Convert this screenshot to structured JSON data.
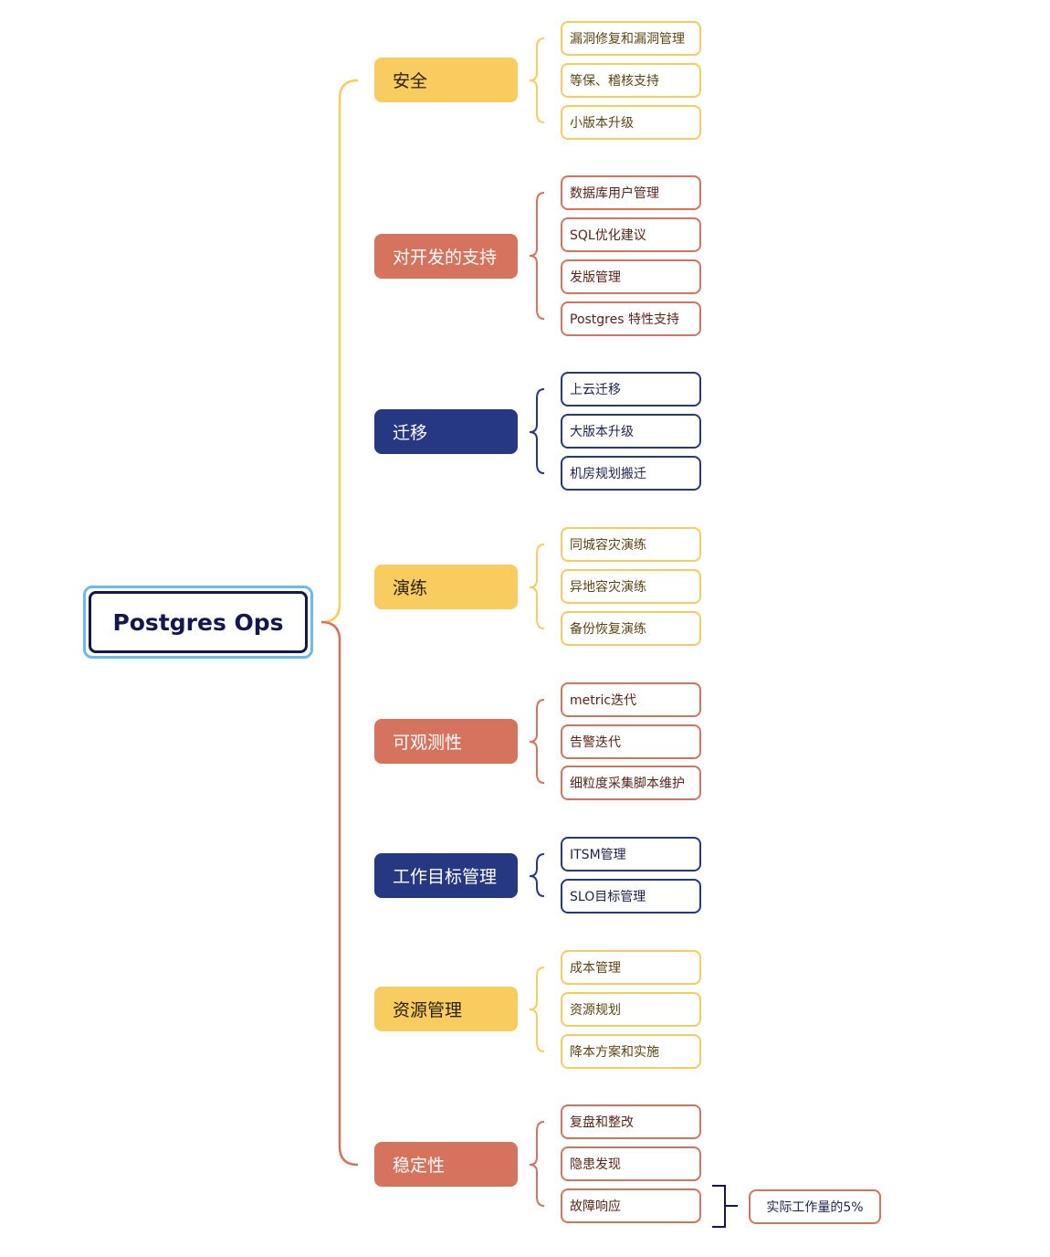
{
  "colors": {
    "yellow": "#f8cc5f",
    "orange": "#d5735e",
    "navy": "#273883",
    "root_outline": "#6cb9f2",
    "root_text": "#14174f"
  },
  "root": {
    "label": "Postgres Ops"
  },
  "categories": [
    {
      "label": "安全",
      "color": "yellow",
      "items": [
        "漏洞修复和漏洞管理",
        "等保、稽核支持",
        "小版本升级"
      ]
    },
    {
      "label": "对开发的支持",
      "color": "orange",
      "items": [
        "数据库用户管理",
        "SQL优化建议",
        "发版管理",
        "Postgres 特性支持"
      ]
    },
    {
      "label": "迁移",
      "color": "navy",
      "items": [
        "上云迁移",
        "大版本升级",
        "机房规划搬迁"
      ]
    },
    {
      "label": "演练",
      "color": "yellow",
      "items": [
        "同城容灾演练",
        "异地容灾演练",
        "备份恢复演练"
      ]
    },
    {
      "label": "可观测性",
      "color": "orange",
      "items": [
        "metric迭代",
        "告警迭代",
        "细粒度采集脚本维护"
      ]
    },
    {
      "label": "工作目标管理",
      "color": "navy",
      "items": [
        "ITSM管理",
        "SLO目标管理"
      ]
    },
    {
      "label": "资源管理",
      "color": "yellow",
      "items": [
        "成本管理",
        "资源规划",
        "降本方案和实施"
      ]
    },
    {
      "label": "稳定性",
      "color": "orange",
      "items": [
        "复盘和整改",
        "隐患发现",
        "故障响应"
      ]
    }
  ],
  "note": {
    "label": "实际工作量的5%"
  }
}
